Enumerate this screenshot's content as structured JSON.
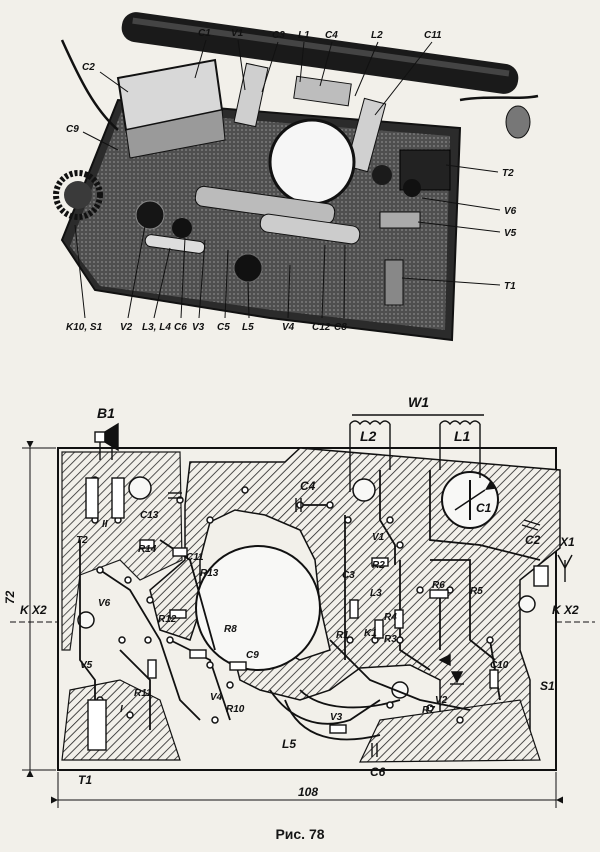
{
  "photo_labels": {
    "top": [
      "C1",
      "V1",
      "C3",
      "L1",
      "C4",
      "L2",
      "C11"
    ],
    "left": [
      "C2",
      "C9"
    ],
    "right": [
      "T2",
      "V6",
      "V5",
      "T1"
    ],
    "bottom": [
      "K10, S1",
      "V2",
      "L3, L4",
      "C6",
      "V3",
      "C5",
      "L5",
      "V4",
      "C12",
      "C8"
    ]
  },
  "diagram": {
    "labels": {
      "B1": "B1",
      "W1": "W1",
      "L1": "L1",
      "L2": "L2",
      "C1": "C1",
      "C2": "C2",
      "C3": "C3",
      "C4": "C4",
      "C6": "C6",
      "C9": "C9",
      "C10": "C10",
      "C11": "C11",
      "C13": "C13",
      "X1": "X1",
      "S1": "S1",
      "T1": "T1",
      "T2": "T2",
      "L3": "L3",
      "L5": "L5",
      "V1": "V1",
      "V2": "V2",
      "V3": "V3",
      "V4": "V4",
      "V5": "V5",
      "V6": "V6",
      "R1": "R1",
      "R2": "R2",
      "R3": "R3",
      "R4": "R4",
      "R5": "R5",
      "R6": "R6",
      "R7": "R7",
      "R8": "R8",
      "R10": "R10",
      "R11": "R11",
      "R12": "R12",
      "R13": "R13",
      "R14": "R14",
      "K1": "K1",
      "KX2_left": "K X2",
      "KX2_right": "K X2",
      "I": "I",
      "II": "II"
    },
    "dimensions": {
      "height": "72",
      "width": "108"
    }
  },
  "caption": "Рис. 78"
}
